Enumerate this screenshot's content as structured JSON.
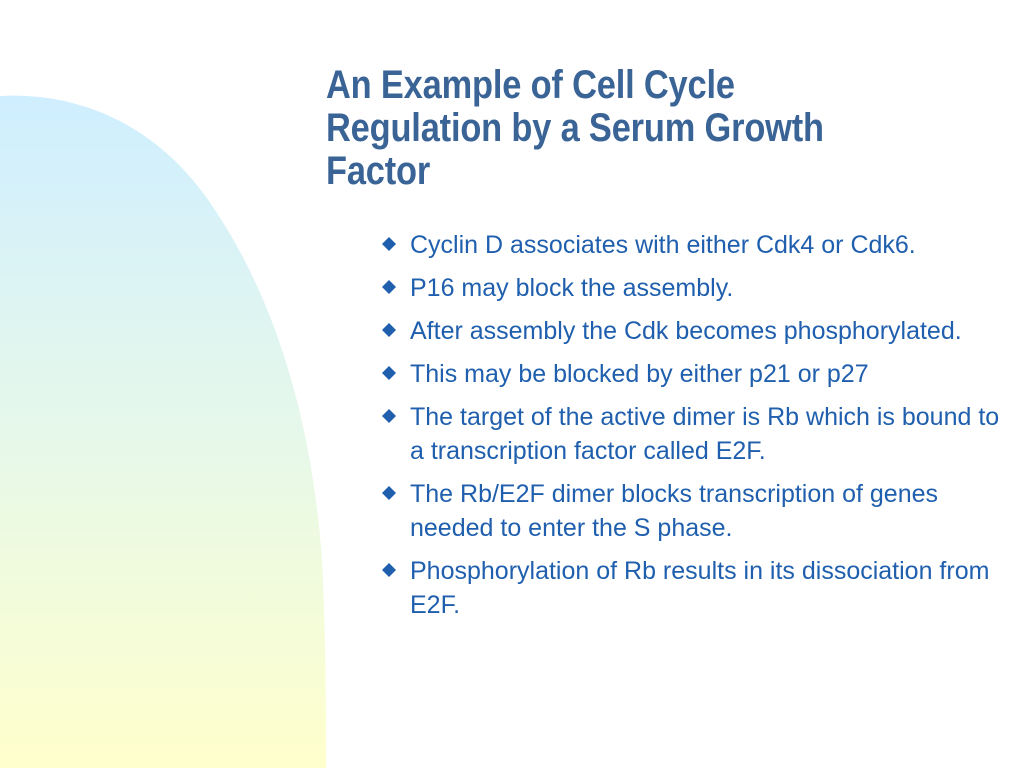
{
  "slide": {
    "title": "An Example of Cell Cycle Regulation by a Serum Growth Factor",
    "bullets": [
      "Cyclin D associates with either Cdk4 or Cdk6.",
      "P16 may block the assembly.",
      "After assembly the Cdk becomes phosphorylated.",
      "This may be blocked by either p21 or p27",
      "The target of the active dimer is Rb which is bound to a transcription factor called E2F.",
      "The Rb/E2F dimer blocks transcription of genes needed to enter the S phase.",
      "Phosphorylation of Rb results in its dissociation from E2F."
    ]
  },
  "colors": {
    "title": "#3a6496",
    "body_text": "#1f5fae",
    "bullet": "#1f5fae",
    "decor_top": "#cfeeff",
    "decor_bottom": "#ffffcc"
  },
  "icons": {
    "bullet": "diamond-bullet-icon"
  }
}
